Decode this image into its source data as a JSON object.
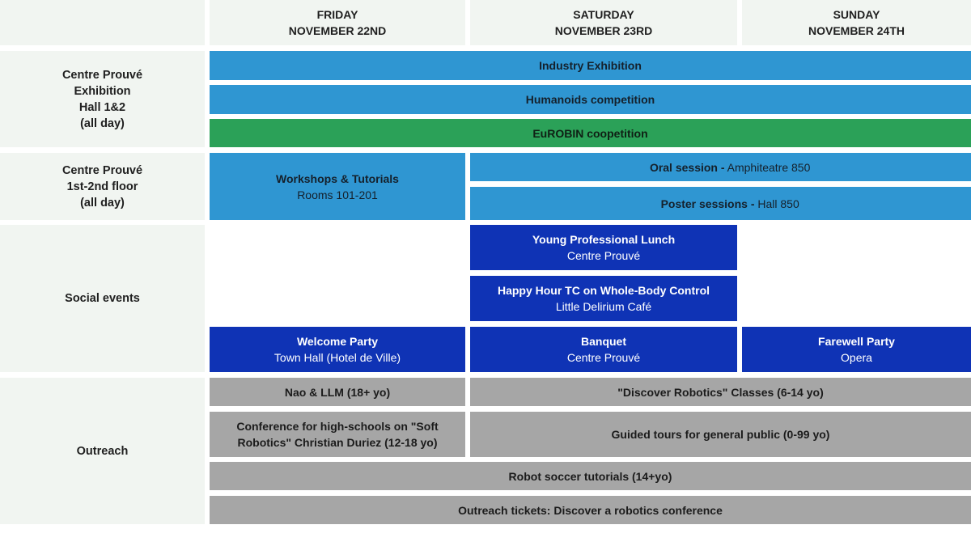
{
  "headers": {
    "friday": {
      "day": "FRIDAY",
      "date": "NOVEMBER 22ND"
    },
    "saturday": {
      "day": "SATURDAY",
      "date": "NOVEMBER 23RD"
    },
    "sunday": {
      "day": "SUNDAY",
      "date": "NOVEMBER 24TH"
    }
  },
  "rows": {
    "exhibition": [
      "Centre Prouvé",
      "Exhibition",
      "Hall 1&2",
      "(all day)"
    ],
    "floor": [
      "Centre Prouvé",
      "1st-2nd floor",
      "(all day)"
    ],
    "social": "Social events",
    "outreach": "Outreach"
  },
  "events": {
    "industry_exhibition": "Industry Exhibition",
    "humanoids": "Humanoids competition",
    "eurobin": "EuROBIN coopetition",
    "workshops": {
      "title": "Workshops & Tutorials",
      "place": "Rooms 101-201"
    },
    "oral": {
      "title": "Oral session -",
      "place": " Amphiteatre 850"
    },
    "poster": {
      "title": "Poster sessions -",
      "place": " Hall 850"
    },
    "young_professional": {
      "title": "Young Professional Lunch",
      "place": "Centre Prouvé"
    },
    "happy_hour": {
      "title": "Happy Hour TC on Whole-Body Control",
      "place": "Little Delirium Café"
    },
    "welcome": {
      "title": "Welcome Party",
      "place": "Town Hall (Hotel de Ville)"
    },
    "banquet": {
      "title": "Banquet",
      "place": "Centre Prouvé"
    },
    "farewell": {
      "title": "Farewell Party",
      "place": "Opera"
    },
    "nao": "Nao & LLM (18+ yo)",
    "discover": "\"Discover Robotics\" Classes (6-14 yo)",
    "conference": [
      "Conference for high-schools on \"Soft",
      "Robotics\" Christian Duriez (12-18 yo)"
    ],
    "guided": "Guided tours for general public (0-99 yo)",
    "soccer": "Robot soccer tutorials (14+yo)",
    "tickets": "Outreach tickets: Discover a robotics conference"
  },
  "colors": {
    "label_bg": "#f1f5f1",
    "blue": "#2f96d2",
    "green": "#2ba158",
    "navy": "#0f33b5",
    "gray": "#a6a6a6"
  }
}
